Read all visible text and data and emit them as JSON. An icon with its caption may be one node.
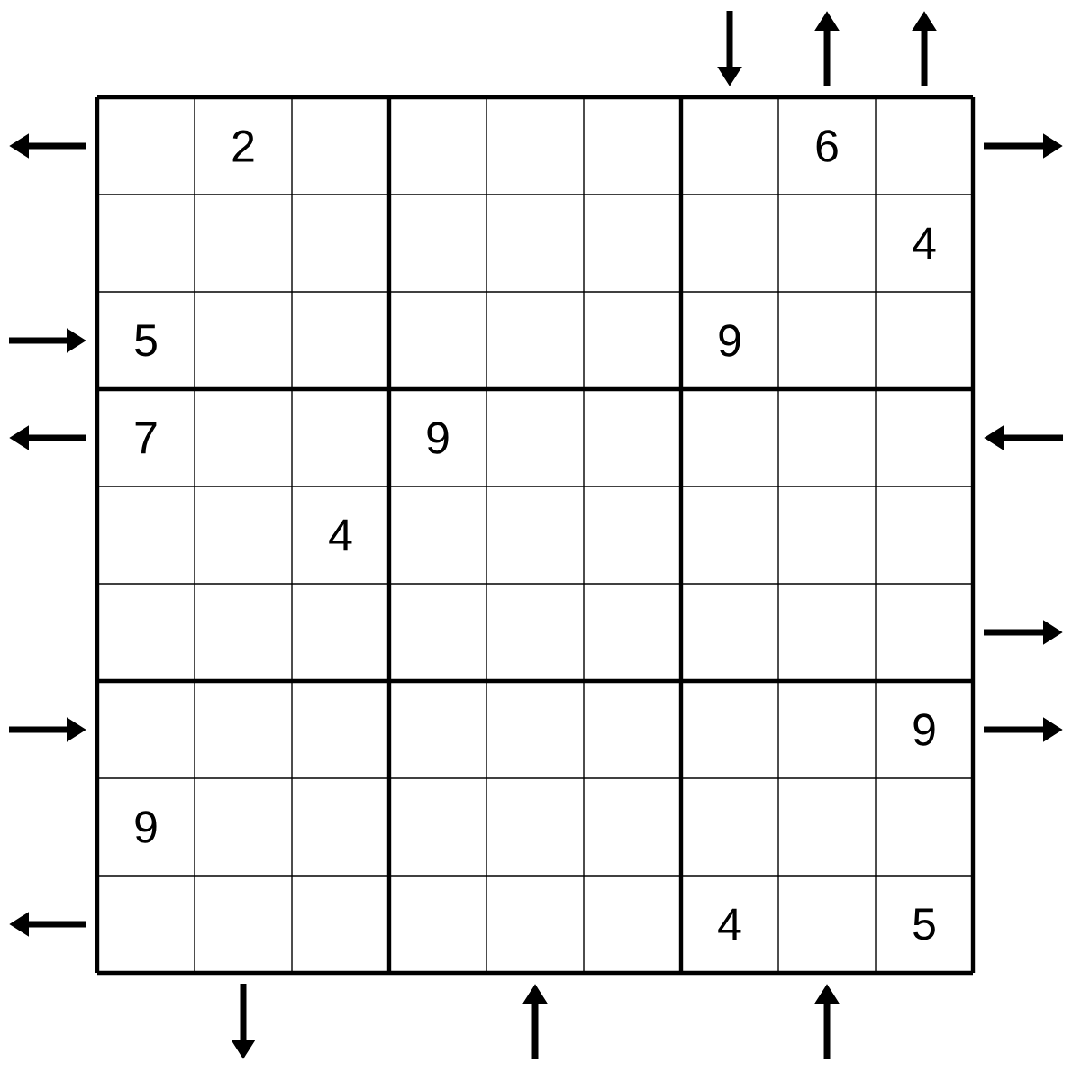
{
  "diagram": {
    "labels": [
      "2",
      "6",
      "4",
      "5",
      "9",
      "7",
      "9",
      "4",
      "9",
      "9",
      "4",
      "5"
    ]
  }
}
